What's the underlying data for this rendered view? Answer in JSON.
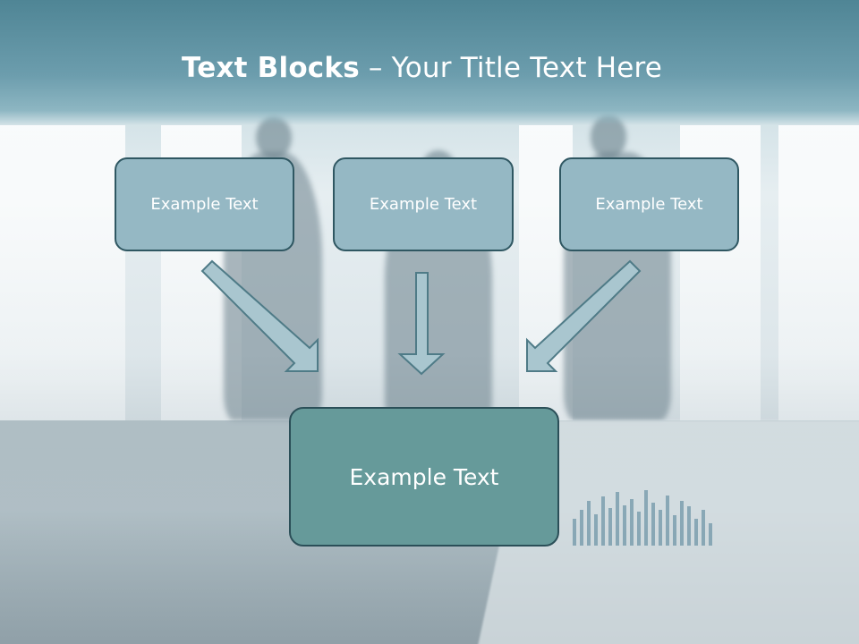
{
  "slide": {
    "title_bold": "Text Blocks",
    "title_dash": " – ",
    "title_rest": "Your Title Text Here"
  },
  "boxes": {
    "top_left": "Example Text",
    "top_center": "Example Text",
    "top_right": "Example Text",
    "bottom_center": "Example Text"
  },
  "colors": {
    "header": "#5f93a3",
    "small_box_fill": "#95b8c4",
    "main_box_fill": "#669a9a",
    "box_border": "#2f5762",
    "arrow_fill": "#a9c6cf",
    "arrow_stroke": "#4f7b87"
  }
}
